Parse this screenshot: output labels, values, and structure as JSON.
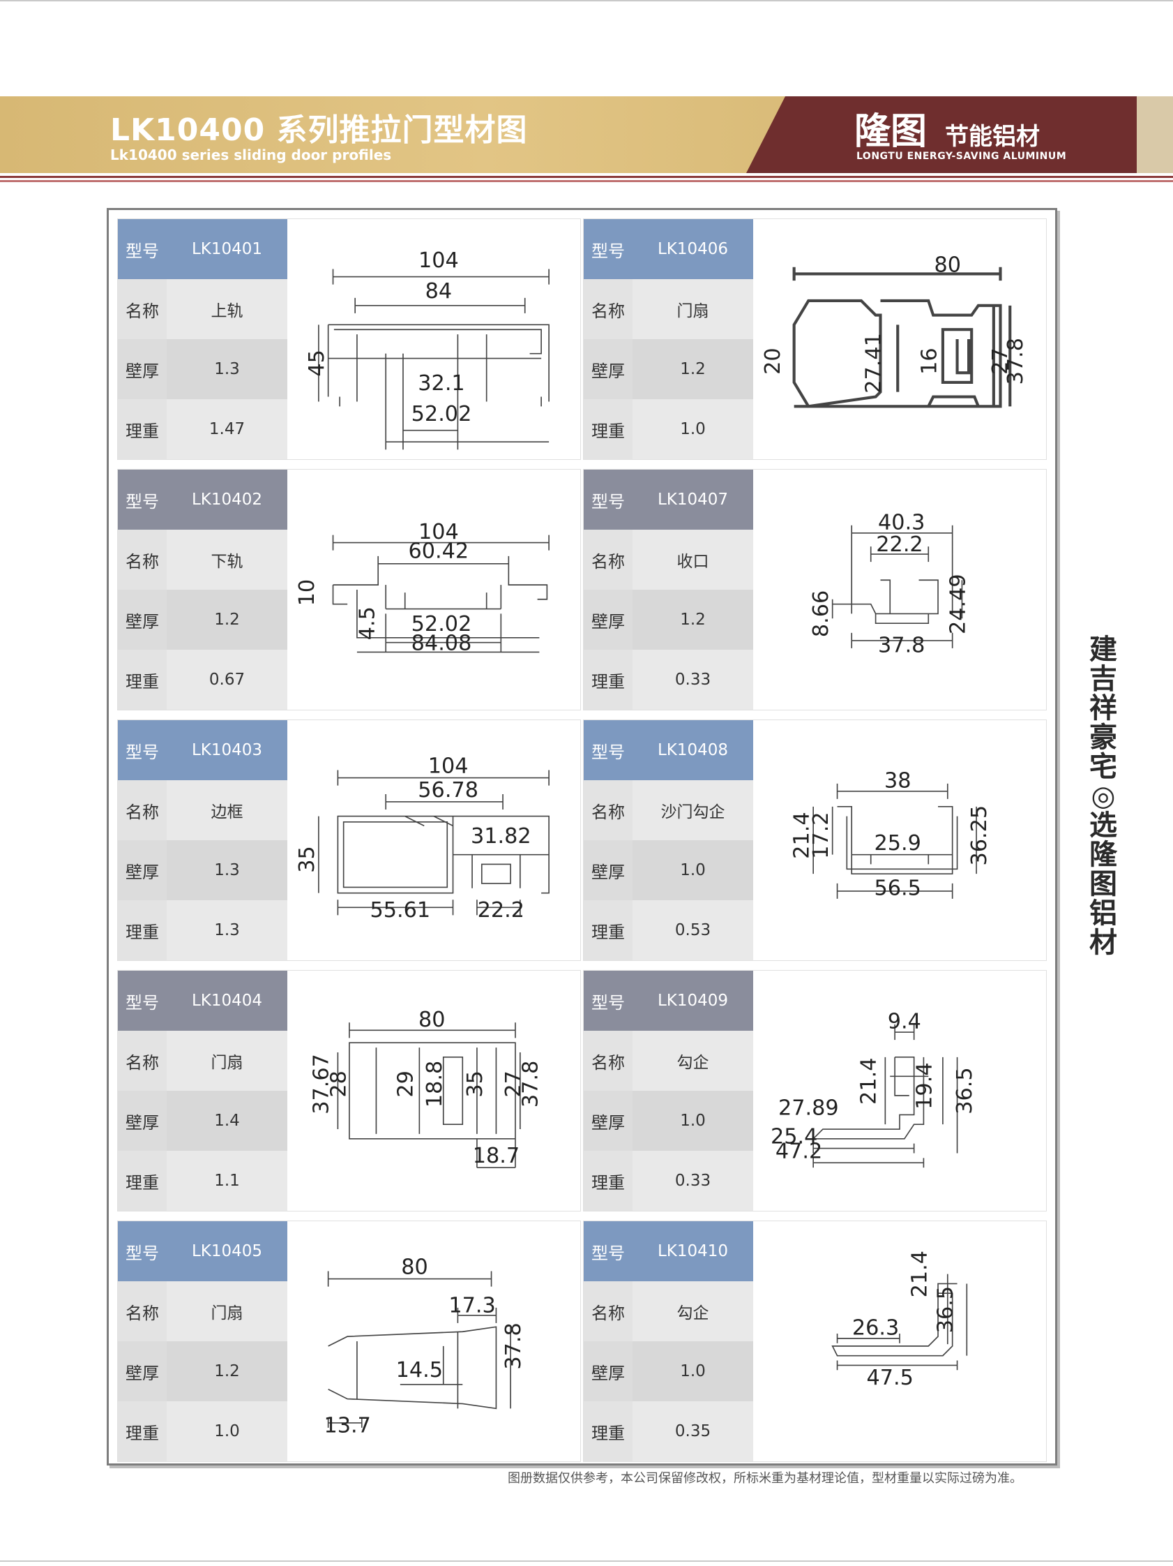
{
  "header": {
    "title": "LK10400 系列推拉门型材图",
    "subtitle": "Lk10400 series sliding door profiles",
    "brand_cn": "隆图",
    "brand_tag_cn": "节能铝材",
    "brand_en": "LONGTU ENERGY-SAVING ALUMINUM"
  },
  "labels": {
    "model": "型号",
    "name": "名称",
    "wall": "壁厚",
    "weight": "理重"
  },
  "profiles": [
    {
      "model": "LK10401",
      "name": "上轨",
      "wall": "1.3",
      "weight": "1.47",
      "dims": [
        "104",
        "84",
        "45",
        "32.1",
        "52.02"
      ]
    },
    {
      "model": "LK10406",
      "name": "门扇",
      "wall": "1.2",
      "weight": "1.0",
      "dims": [
        "80",
        "20",
        "27.41",
        "16",
        "27",
        "37.8"
      ]
    },
    {
      "model": "LK10402",
      "name": "下轨",
      "wall": "1.2",
      "weight": "0.67",
      "dims": [
        "104",
        "60.42",
        "10",
        "4.5",
        "52.02",
        "84.08"
      ]
    },
    {
      "model": "LK10407",
      "name": "收口",
      "wall": "1.2",
      "weight": "0.33",
      "dims": [
        "40.3",
        "22.2",
        "8.66",
        "24.49",
        "37.8"
      ]
    },
    {
      "model": "LK10403",
      "name": "边框",
      "wall": "1.3",
      "weight": "1.3",
      "dims": [
        "104",
        "56.78",
        "35",
        "31.82",
        "55.61",
        "22.2"
      ]
    },
    {
      "model": "LK10408",
      "name": "沙门勾企",
      "wall": "1.0",
      "weight": "0.53",
      "dims": [
        "38",
        "21.4",
        "17.2",
        "25.9",
        "36.25",
        "56.5"
      ]
    },
    {
      "model": "LK10404",
      "name": "门扇",
      "wall": "1.4",
      "weight": "1.1",
      "dims": [
        "80",
        "37.67",
        "28",
        "29",
        "18.8",
        "35",
        "27",
        "37.8",
        "18.7"
      ]
    },
    {
      "model": "LK10409",
      "name": "勾企",
      "wall": "1.0",
      "weight": "0.33",
      "dims": [
        "9.4",
        "21.4",
        "19.4",
        "36.5",
        "27.89",
        "25.4",
        "47.2"
      ]
    },
    {
      "model": "LK10405",
      "name": "门扇",
      "wall": "1.2",
      "weight": "1.0",
      "dims": [
        "80",
        "17.3",
        "14.5",
        "37.8",
        "13.7"
      ]
    },
    {
      "model": "LK10410",
      "name": "勾企",
      "wall": "1.0",
      "weight": "0.35",
      "dims": [
        "21.4",
        "36.5",
        "26.3",
        "47.5"
      ]
    }
  ],
  "slogan": "建吉祥豪宅◎选隆图铝材",
  "footnote": "图册数据仅供参考，本公司保留修改权，所标米重为基材理论值，型材重量以实际过磅为准。",
  "colors": {
    "gold": "#dcbd7b",
    "maroon": "#6f2e2e",
    "header_blue": "#7d99c0",
    "header_gray": "#8a8d9c"
  }
}
